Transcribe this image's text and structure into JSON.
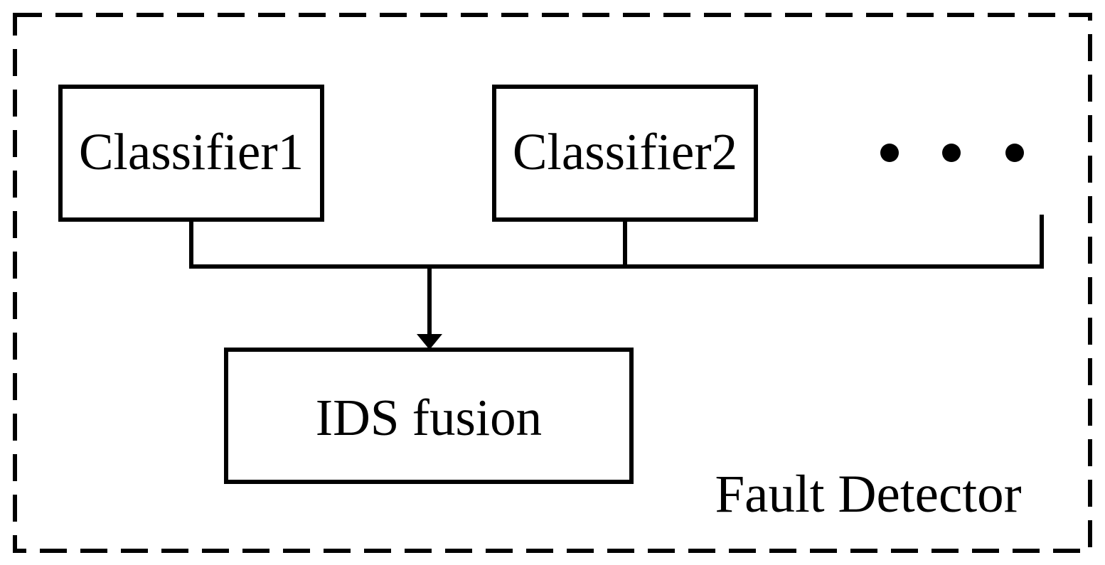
{
  "diagram": {
    "type": "block-diagram",
    "title": "Fault Detector",
    "classifiers": [
      {
        "label": "Classifier1"
      },
      {
        "label": "Classifier2"
      }
    ],
    "ellipsis_dots": 3,
    "fusion": {
      "label": "IDS fusion"
    },
    "container_label": "Fault Detector",
    "relationships": [
      "Classifier1 -> IDS fusion",
      "Classifier2 -> IDS fusion",
      "Additional classifiers (ellipsis) -> IDS fusion"
    ],
    "colors": {
      "line": "#000000",
      "text": "#000000",
      "background": "#ffffff"
    }
  }
}
